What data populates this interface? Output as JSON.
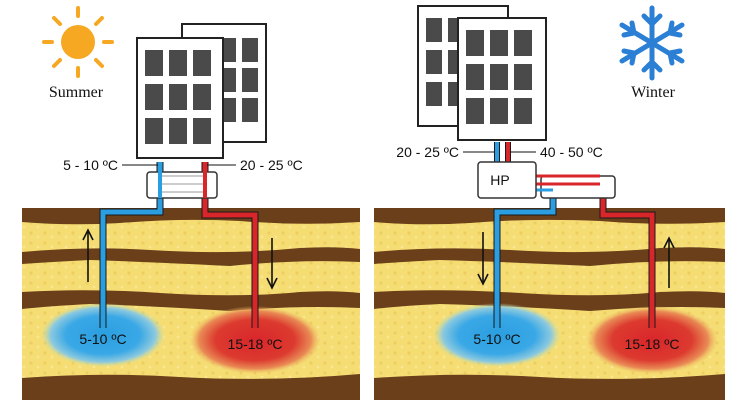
{
  "panels": {
    "summer": {
      "season_label": "Summer",
      "season_icon": "sun-icon",
      "supply_temp_label": "5 - 10 ºC",
      "return_temp_label": "20 - 25 ºC",
      "cold_well_label": "5-10 ºC",
      "warm_well_label": "15-18 ºC"
    },
    "winter": {
      "season_label": "Winter",
      "season_icon": "snowflake-icon",
      "supply_temp_label": "20 - 25 ºC",
      "return_temp_label": "40 - 50 ºC",
      "heat_pump_label": "HP",
      "cold_well_label": "5-10 ºC",
      "warm_well_label": "15-18 ºC"
    }
  },
  "colors": {
    "sky": "#ffffff",
    "soil_layer": "#f5dd74",
    "clay_layer": "#6b3f1a",
    "cold_pipe": "#2a9ee0",
    "warm_pipe": "#d9262b",
    "sun": "#f7a823",
    "snowflake": "#2b7fd4",
    "building": "#ffffff",
    "window": "#4a4a4a"
  }
}
